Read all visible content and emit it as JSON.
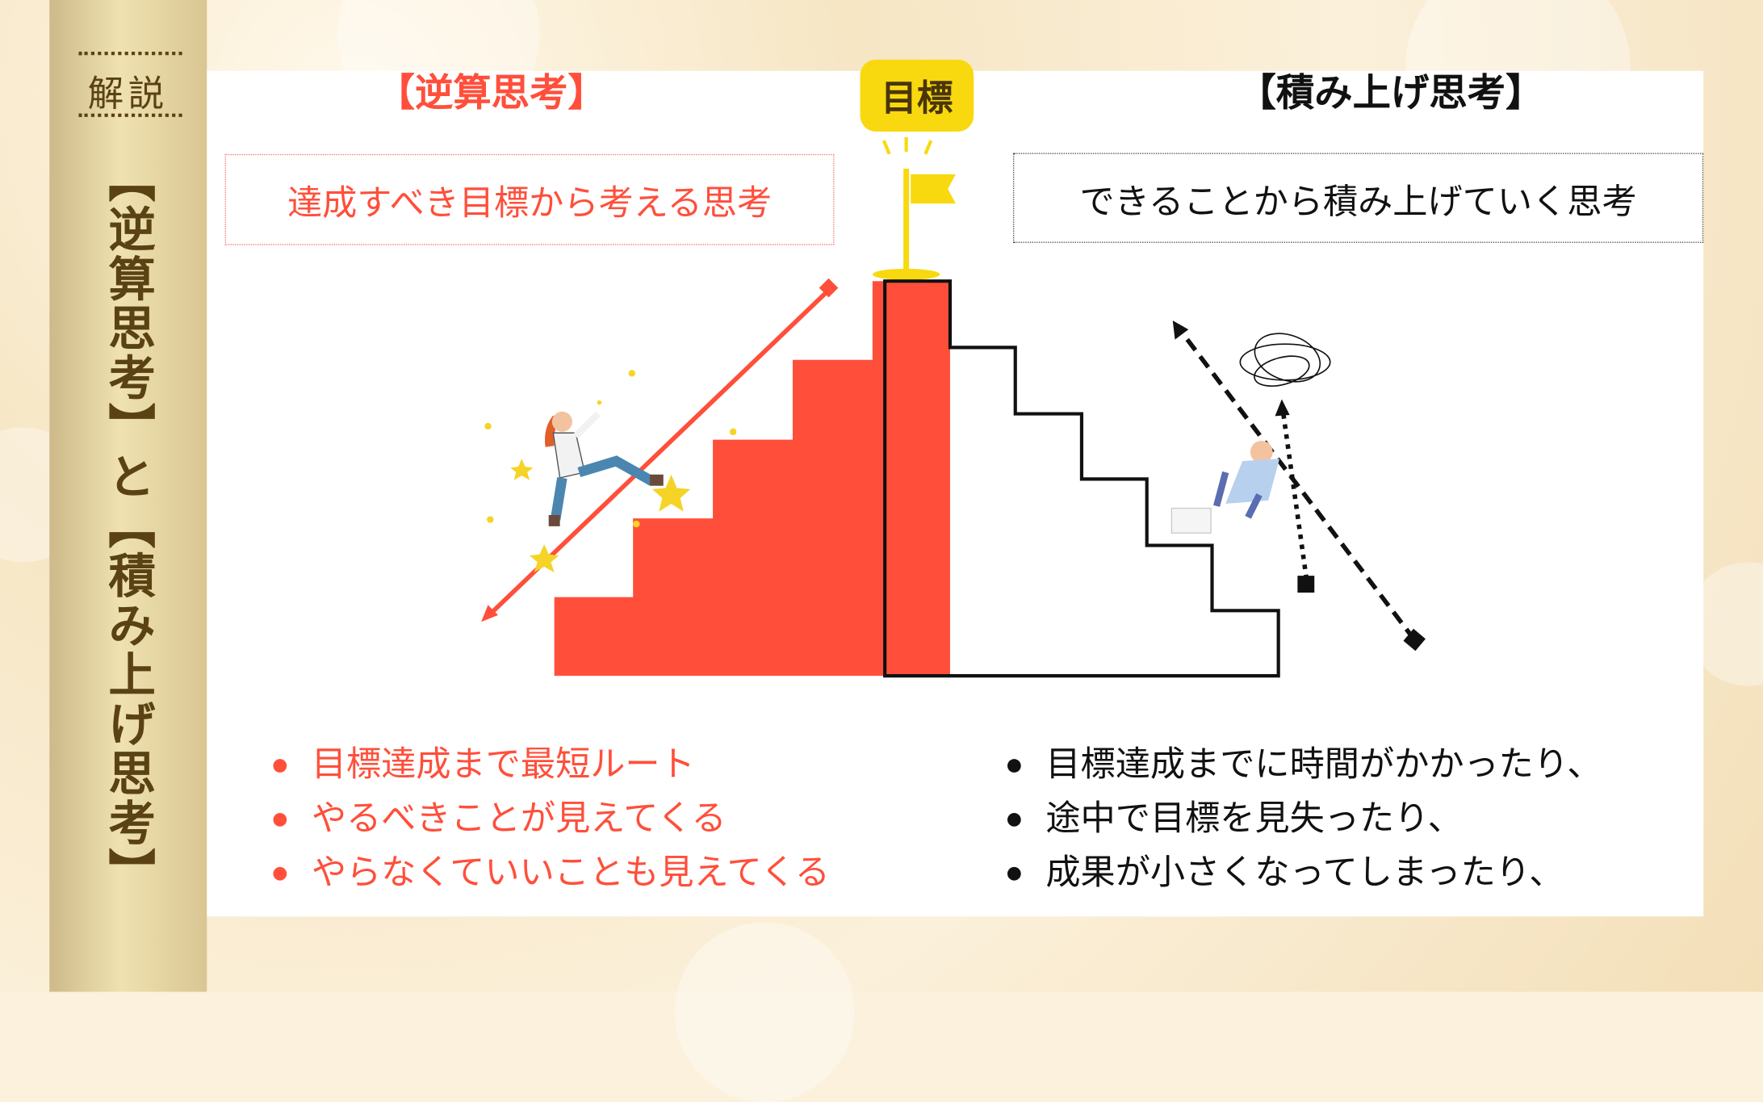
{
  "sidebar": {
    "label": "解説",
    "title": "【逆算思考】と【積み上げ思考】"
  },
  "left": {
    "title": "【逆算思考】",
    "definition": "達成すべき目標から考える思考",
    "points": [
      "目標達成まで最短ルート",
      "やるべきことが見えてくる",
      "やらなくていいことも見えてくる"
    ]
  },
  "goal_label": "目標",
  "right": {
    "title": "【積み上げ思考】",
    "definition": "できることから積み上げていく思考",
    "points": [
      "目標達成までに時間がかかったり、",
      "途中で目標を見失ったり、",
      "成果が小さくなってしまったり、"
    ]
  },
  "colors": {
    "accent_red": "#ff4f3b",
    "goal_yellow": "#f8d90f",
    "sidebar_text": "#5a4215"
  }
}
